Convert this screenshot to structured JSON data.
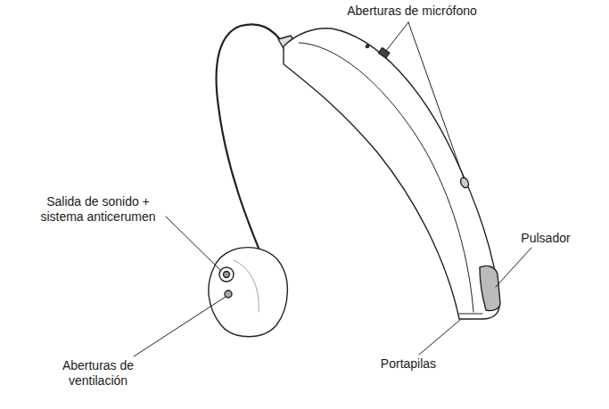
{
  "diagram": {
    "labels": [
      "Aberturas de micrófono",
      "Salida de sonido + sistema anticerumen",
      "Aberturas de ventilación",
      "Pulsador",
      "Portapilas"
    ]
  }
}
